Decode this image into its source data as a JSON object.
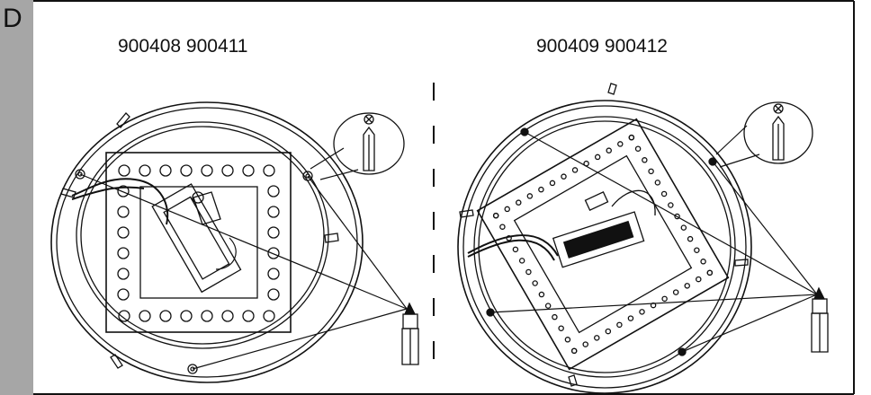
{
  "step": {
    "letter": "D"
  },
  "panels": [
    {
      "models": "900408 900411"
    },
    {
      "models": "900409 900412"
    }
  ],
  "colors": {
    "ink": "#111111",
    "strip": "#a6a6a6",
    "background": "#ffffff"
  },
  "icons": [
    "screw-detail-icon",
    "screwdriver-icon",
    "phillips-screw-symbol-icon"
  ]
}
